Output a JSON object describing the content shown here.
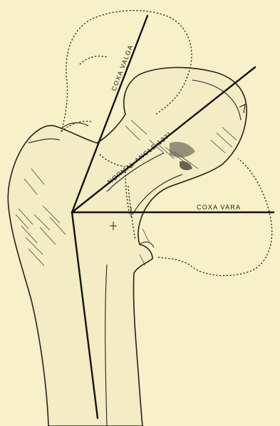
{
  "figure": {
    "labels": {
      "coxa_valga": "COXA VALGA",
      "normal_angle": "NORMAL ANGLE 127°",
      "coxa_vara": "COXA VARA"
    },
    "colors": {
      "background": "#f7f0c8",
      "ink": "#1b1a14"
    }
  }
}
